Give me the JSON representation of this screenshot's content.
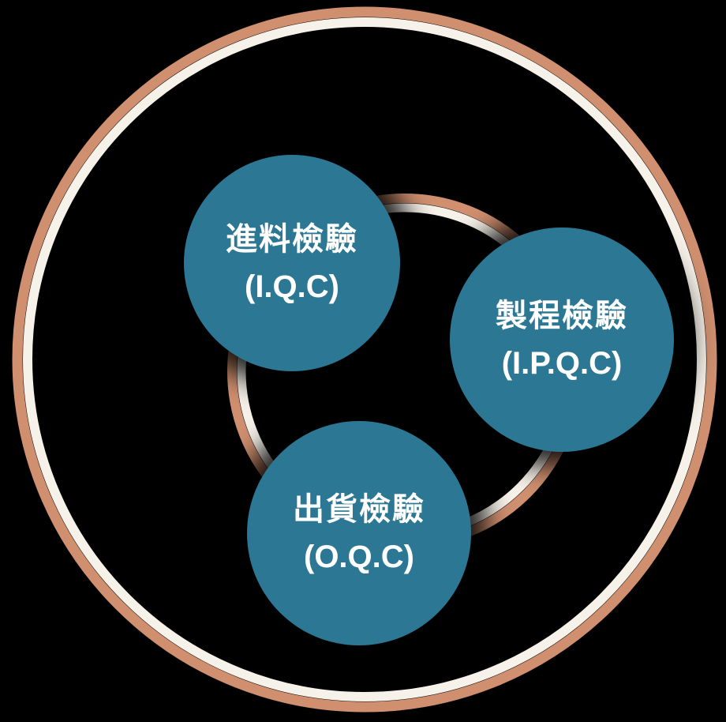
{
  "diagram": {
    "title": "quality-control-inspection-diagram",
    "circles": [
      {
        "id": "iqc",
        "title": "進料檢驗",
        "subtitle": "(I.Q.C)"
      },
      {
        "id": "ipqc",
        "title": "製程檢驗",
        "subtitle": "(I.P.Q.C)"
      },
      {
        "id": "oqc",
        "title": "出貨檢驗",
        "subtitle": "(O.Q.C)"
      }
    ]
  },
  "colors": {
    "background": "#000000",
    "bubble_fill": "#2C7793",
    "ring_orange": "#D09070",
    "ring_white": "#F6F1E9",
    "text": "#FFFFFF"
  }
}
